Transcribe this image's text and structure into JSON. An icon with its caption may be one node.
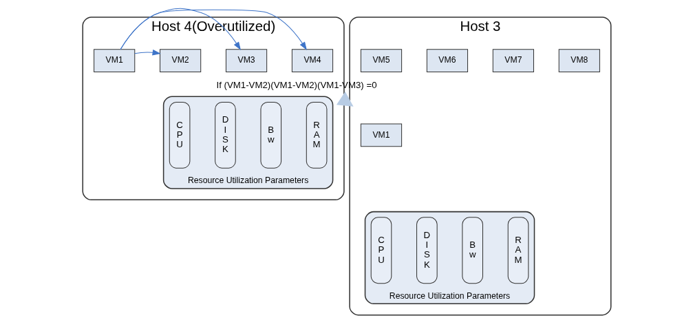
{
  "diagram": {
    "nodes": [
      {
        "text": [
          "Host 4(Overutilized)"
        ]
      },
      {
        "text": [
          "VM1"
        ],
        "in": 0
      },
      {
        "text": [
          "VM2"
        ],
        "in": 0
      },
      {
        "text": [
          "VM3"
        ],
        "in": 0
      },
      {
        "text": [
          "VM4"
        ],
        "in": 0
      },
      {
        "text": [
          "Resource Utilization Parameters"
        ],
        "in": 0
      },
      {
        "text": [
          "CPU"
        ],
        "in": 5
      },
      {
        "text": [
          "DISK"
        ],
        "in": 5
      },
      {
        "text": [
          "Bw"
        ],
        "in": 5
      },
      {
        "text": [
          "RAM"
        ],
        "in": 5
      },
      {
        "text": [
          "Host 3"
        ]
      },
      {
        "text": [
          "VM5"
        ],
        "in": 10
      },
      {
        "text": [
          "VM6"
        ],
        "in": 10
      },
      {
        "text": [
          "VM7"
        ],
        "in": 10
      },
      {
        "text": [
          "VM8"
        ],
        "in": 10
      },
      {
        "text": [
          "VM1"
        ],
        "in": 10
      },
      {
        "text": [
          "Resource Utilization Parameters"
        ],
        "in": 10
      },
      {
        "text": [
          "CPU"
        ],
        "in": 16
      },
      {
        "text": [
          "DISK"
        ],
        "in": 16
      },
      {
        "text": [
          "Bw"
        ],
        "in": 16
      },
      {
        "text": [
          "RAM"
        ],
        "in": 16
      }
    ],
    "edges": [
      {
        "from": 1,
        "to": 2,
        "arrow": "to"
      },
      {
        "from": 1,
        "to": 3,
        "arrow": "to"
      },
      {
        "from": 1,
        "to": 4,
        "arrow": "to"
      },
      {
        "from": 0,
        "to": 10,
        "arrow": "to",
        "label": "If (VM1-VM2)(VM1-VM2)(VM1-VM3) =0",
        "style": "thick",
        "color": "#b8cce4"
      }
    ]
  }
}
